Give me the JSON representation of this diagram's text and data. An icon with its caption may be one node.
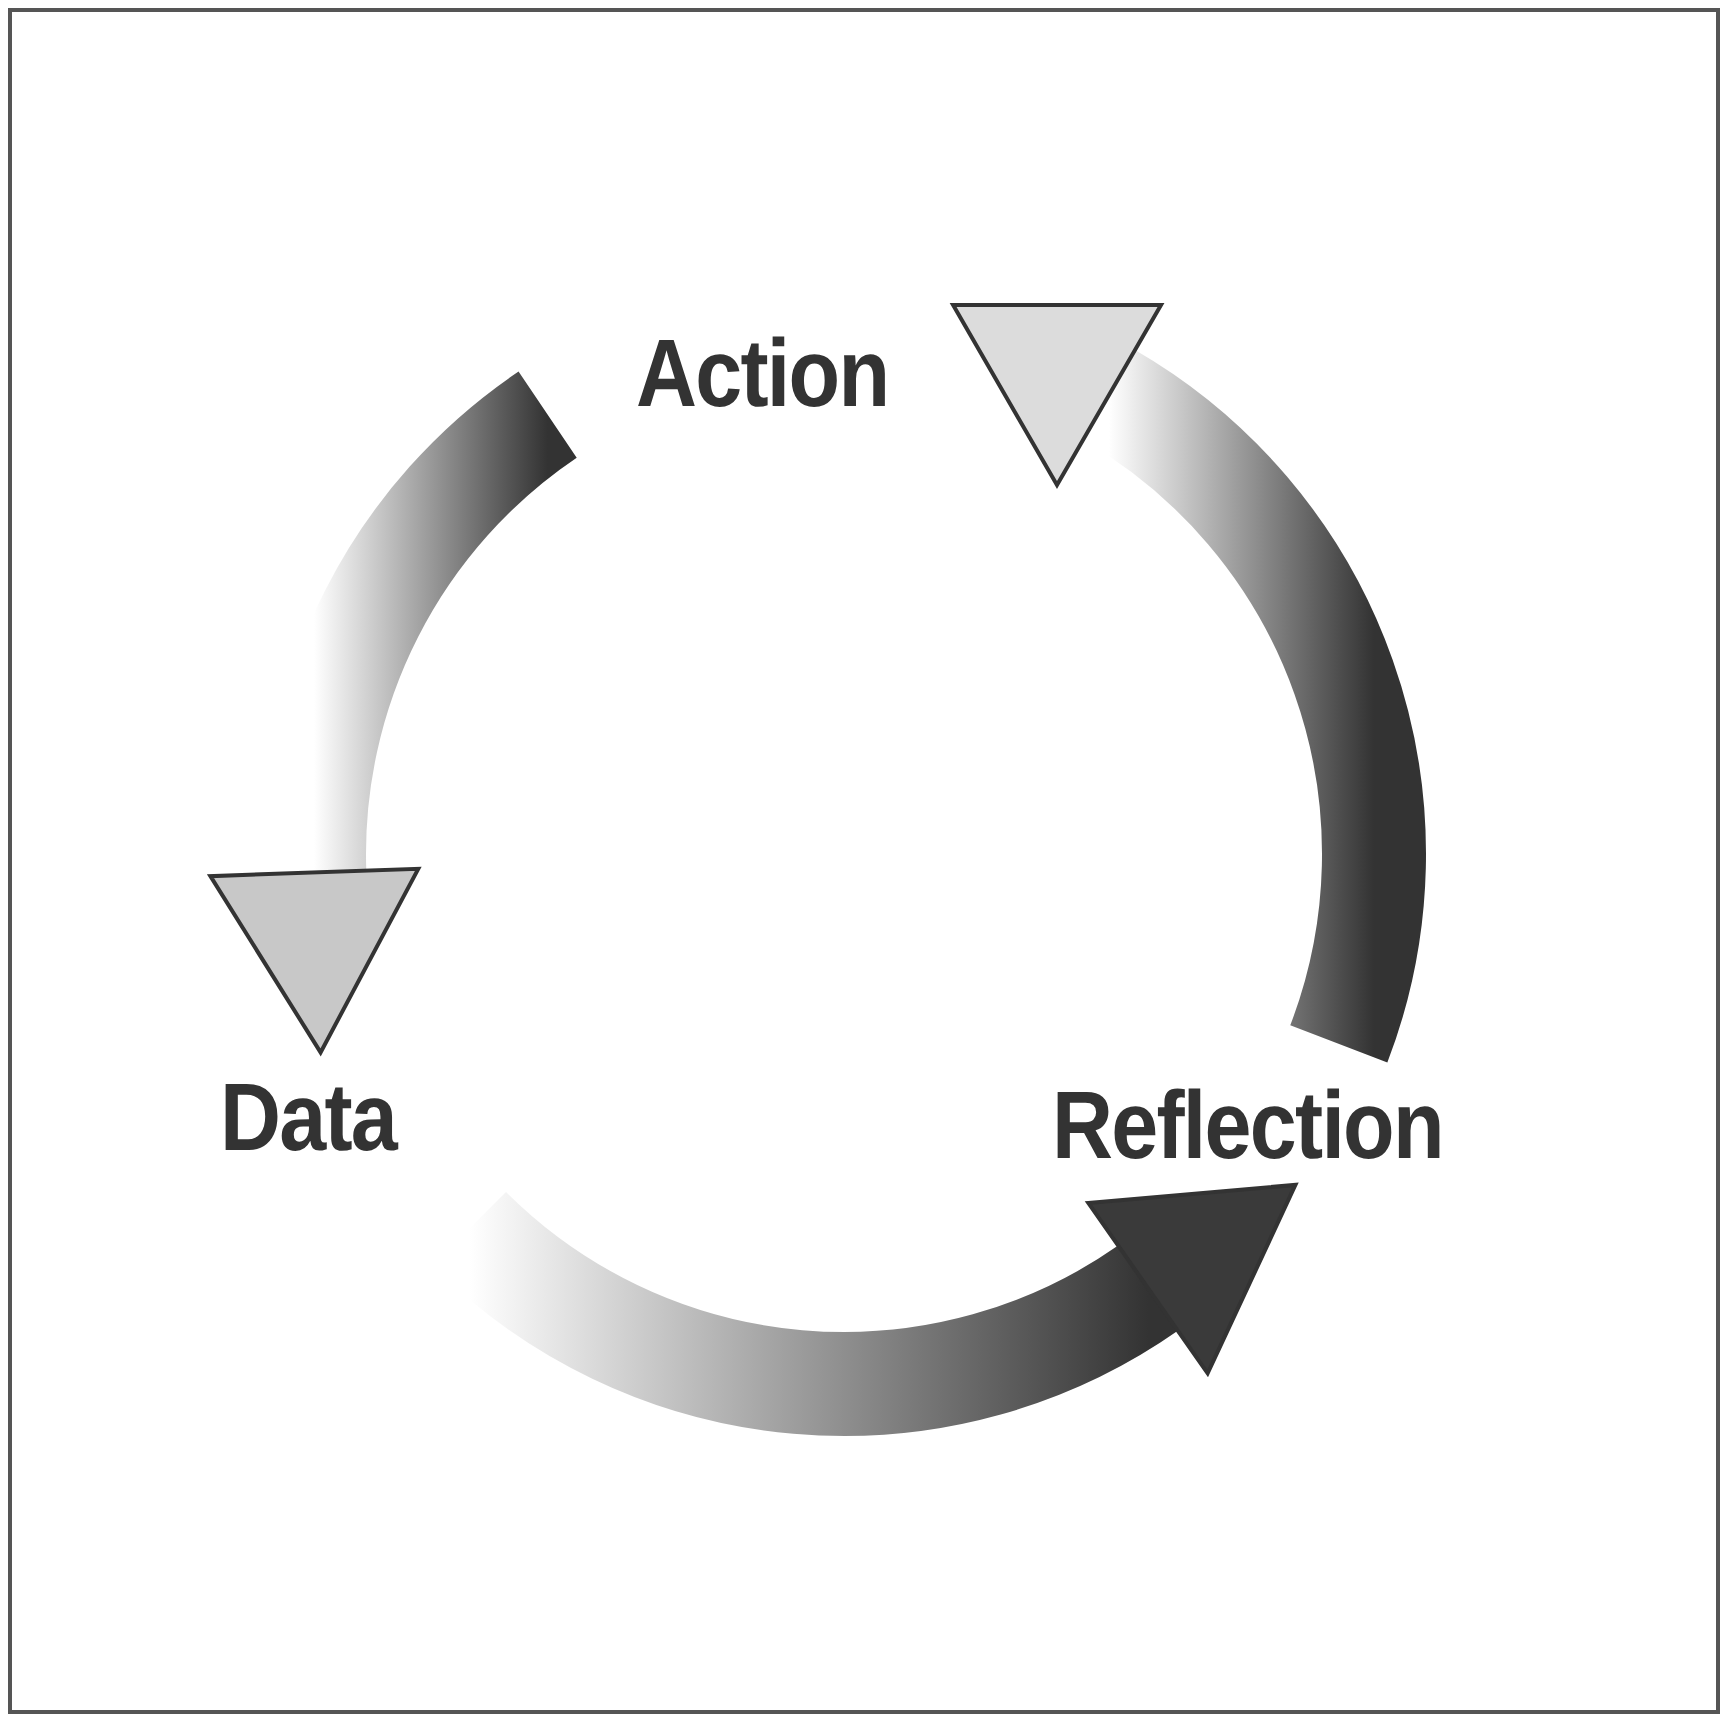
{
  "diagram": {
    "nodes": [
      {
        "text": [
          "Action"
        ]
      },
      {
        "text": [
          "Data"
        ]
      },
      {
        "text": [
          "Reflection"
        ]
      }
    ],
    "edges": [
      {
        "from": 0,
        "to": 1,
        "arrow": "to"
      },
      {
        "from": 1,
        "to": 2,
        "arrow": "to"
      },
      {
        "from": 2,
        "to": 0,
        "arrow": "to"
      }
    ]
  }
}
